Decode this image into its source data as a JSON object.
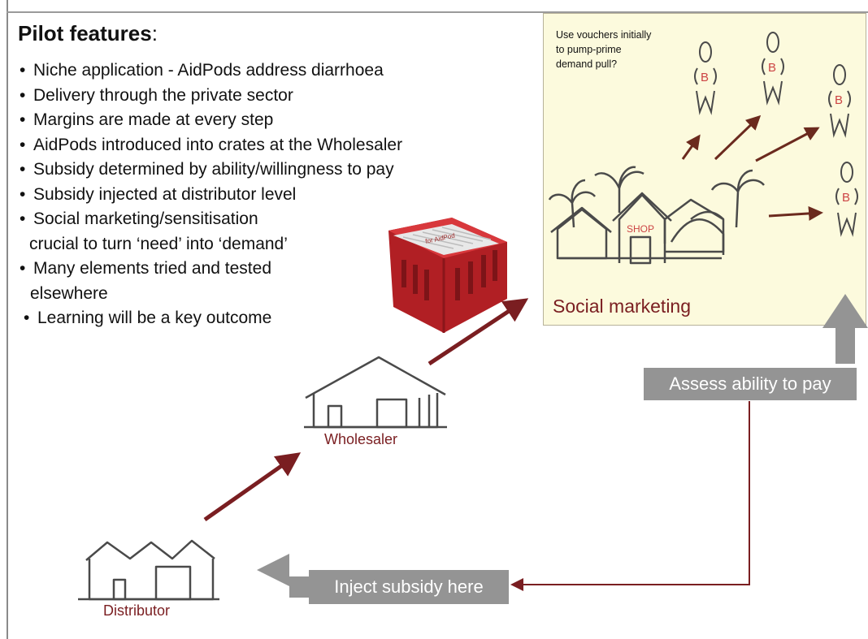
{
  "title": {
    "text": "Pilot features",
    "colon": ":"
  },
  "bullets": [
    "Niche application - AidPods address diarrhoea",
    "Delivery through the private sector",
    "Margins are made at every step",
    "AidPods introduced into crates at the Wholesaler",
    "Subsidy determined by ability/willingness to pay",
    "Subsidy injected at distributor level",
    "Social marketing/sensitisation",
    "crucial to turn ‘need’ into ‘demand’",
    "Many elements tried and tested",
    "elsewhere",
    "Learning will be a key outcome"
  ],
  "social_marketing": {
    "voucher_note": [
      "Use vouchers initially",
      "to pump-prime",
      "demand pull?"
    ],
    "label": "Social marketing",
    "shop_sign": "SHOP",
    "figure_letters": {
      "head": "O",
      "body": "B",
      "legs": "W"
    }
  },
  "crate_label": "for AidPod",
  "nodes": {
    "wholesaler": "Wholesaler",
    "distributor": "Distributor"
  },
  "actions": {
    "assess": "Assess ability to pay",
    "inject": "Inject subsidy here"
  },
  "colors": {
    "accent": "#7a1e21",
    "pill": "#949494",
    "sketch": "#4a4a4a",
    "crate": "#c8262b",
    "panel": "#fcfadd"
  }
}
